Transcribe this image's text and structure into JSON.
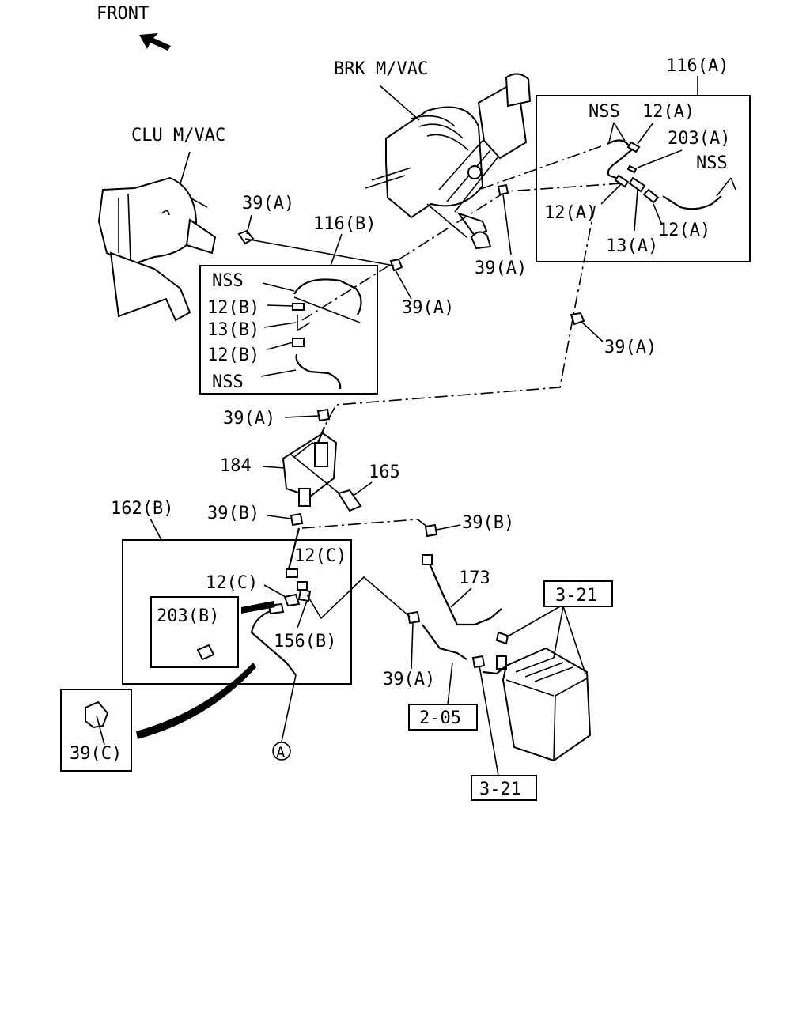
{
  "labels": {
    "front": "FRONT",
    "brk_mvac": "BRK M/VAC",
    "clu_mvac": "CLU M/VAC",
    "p116a": "116(A)",
    "p116b": "116(B)",
    "nss_a1": "NSS",
    "p12a_1": "12(A)",
    "p203a": "203(A)",
    "nss_a2": "NSS",
    "p12a_2": "12(A)",
    "p12a_3": "12(A)",
    "p13a": "13(A)",
    "p39a_1": "39(A)",
    "p39a_2": "39(A)",
    "p39a_3": "39(A)",
    "p39a_4": "39(A)",
    "p39a_5": "39(A)",
    "p39a_6": "39(A)",
    "nss_b1": "NSS",
    "p12b_1": "12(B)",
    "p13b": "13(B)",
    "p12b_2": "12(B)",
    "nss_b2": "NSS",
    "p184": "184",
    "p165": "165",
    "p162b": "162(B)",
    "p39b_1": "39(B)",
    "p39b_2": "39(B)",
    "p12c_1": "12(C)",
    "p12c_2": "12(C)",
    "p203b": "203(B)",
    "p156b": "156(B)",
    "p173": "173",
    "ref321_1": "3-21",
    "ref321_2": "3-21",
    "ref205": "2-05",
    "p39c": "39(C)",
    "circle_a": "A"
  },
  "colors": {
    "line": "#000000",
    "background": "#ffffff"
  },
  "icons": {
    "front_arrow": "arrow-up-left-icon"
  }
}
